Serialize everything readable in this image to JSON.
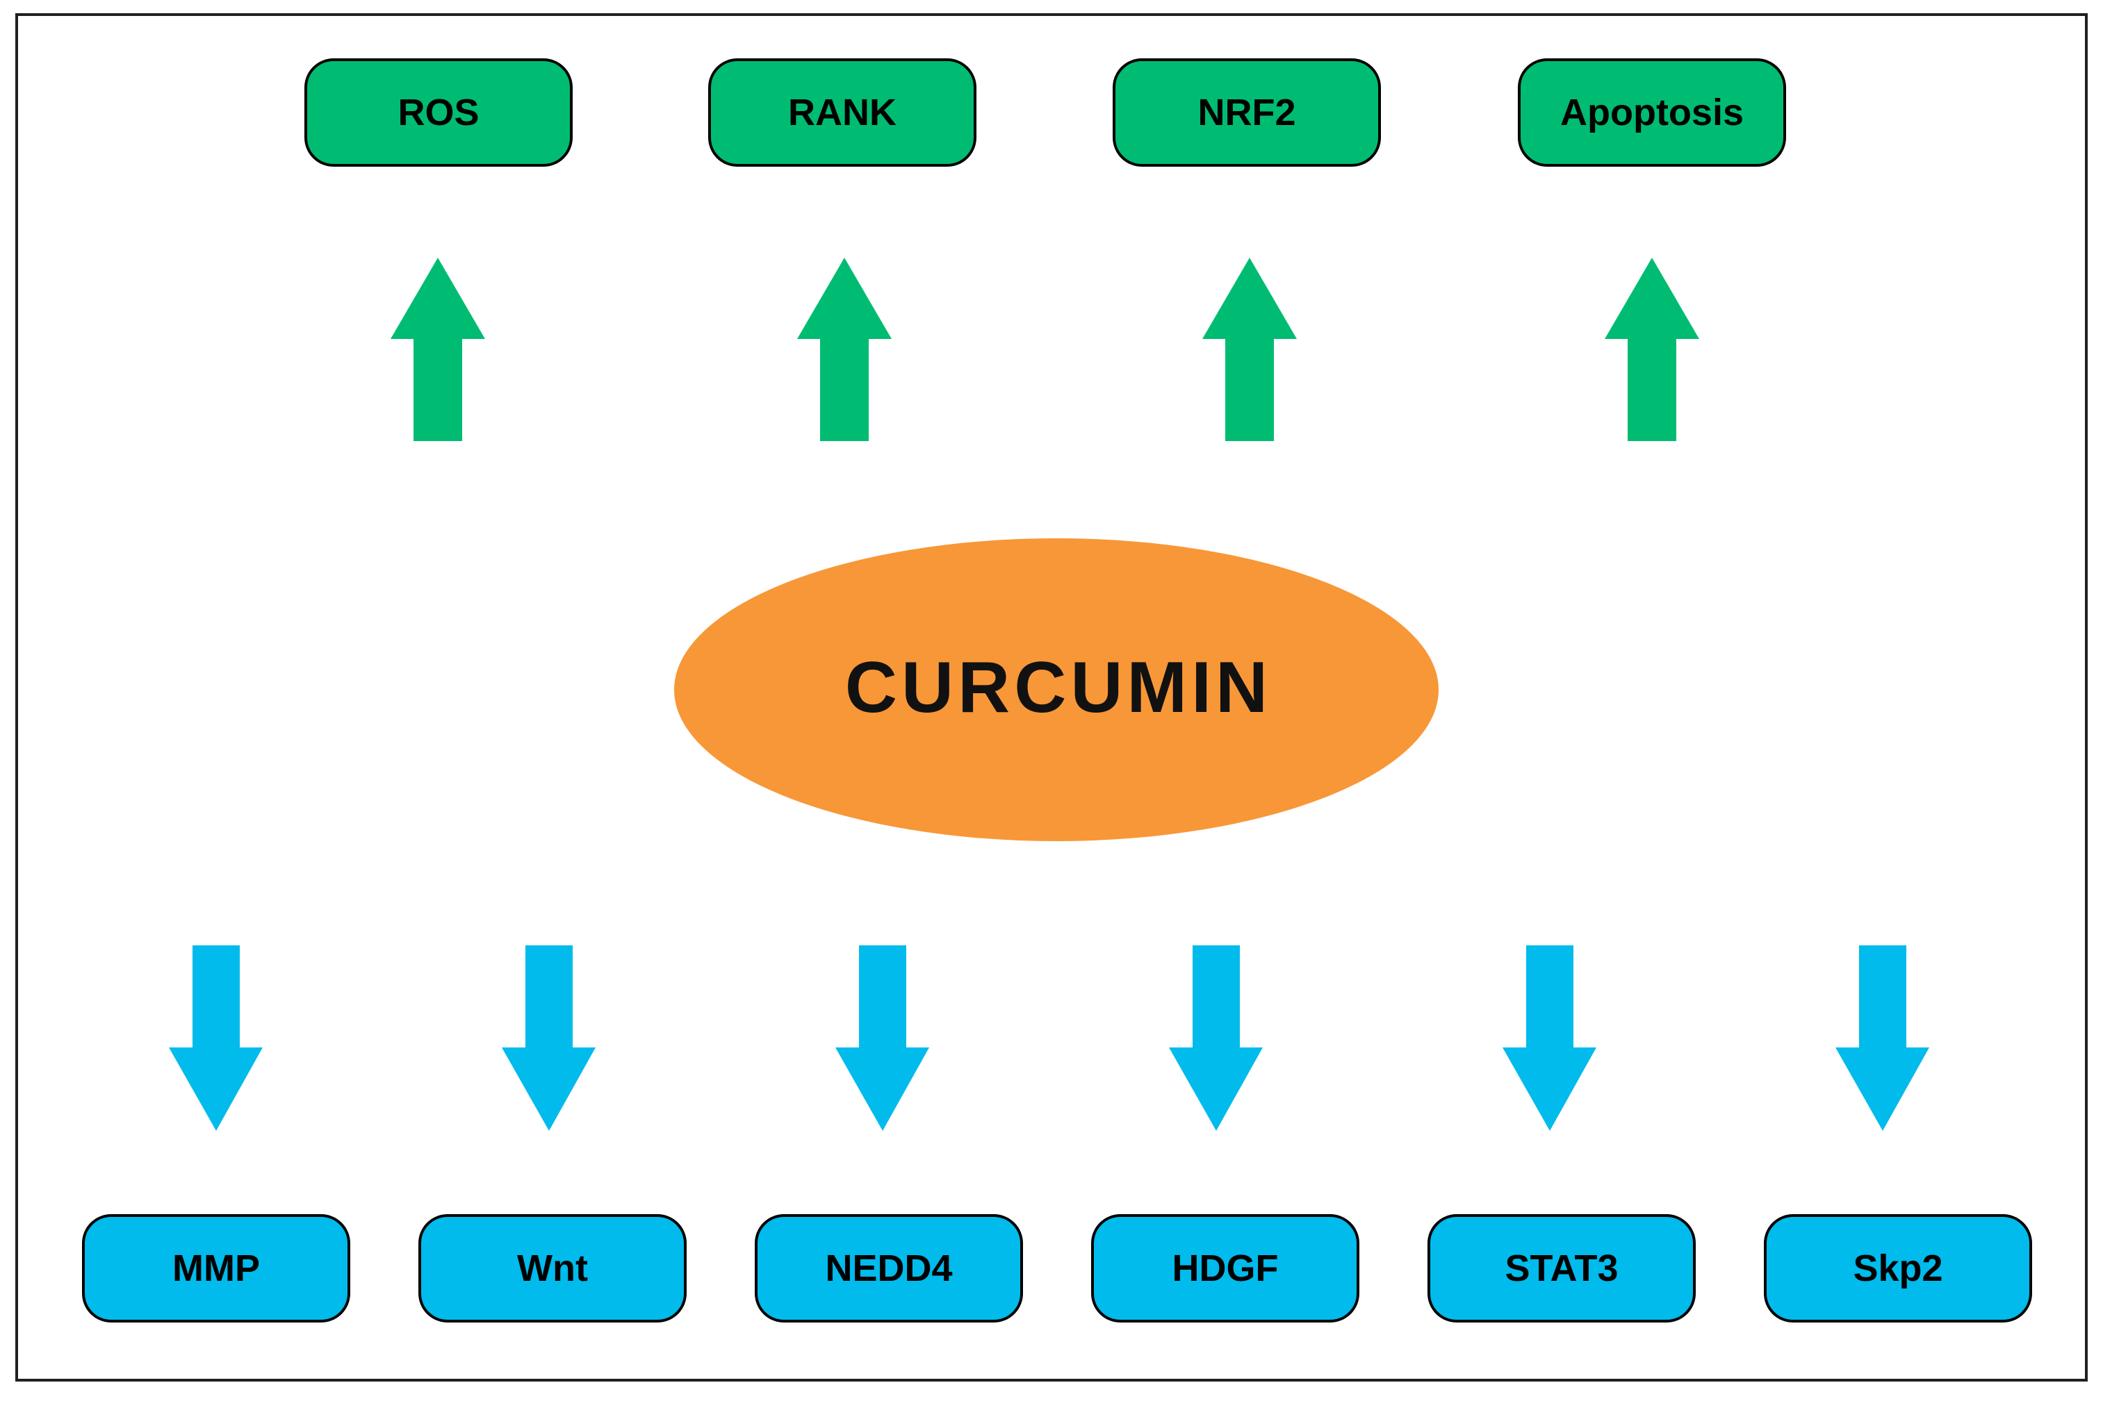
{
  "center": {
    "label": "CURCUMIN",
    "color": "#F89737"
  },
  "upregulated": {
    "color": "#00BC72",
    "items": [
      {
        "label": "ROS"
      },
      {
        "label": "RANK"
      },
      {
        "label": "NRF2"
      },
      {
        "label": "Apoptosis"
      }
    ]
  },
  "downregulated": {
    "color": "#00BBEB",
    "items": [
      {
        "label": "MMP"
      },
      {
        "label": "Wnt"
      },
      {
        "label": "NEDD4"
      },
      {
        "label": "HDGF"
      },
      {
        "label": "STAT3"
      },
      {
        "label": "Skp2"
      }
    ]
  },
  "frame": {
    "border_color": "#231F20"
  }
}
